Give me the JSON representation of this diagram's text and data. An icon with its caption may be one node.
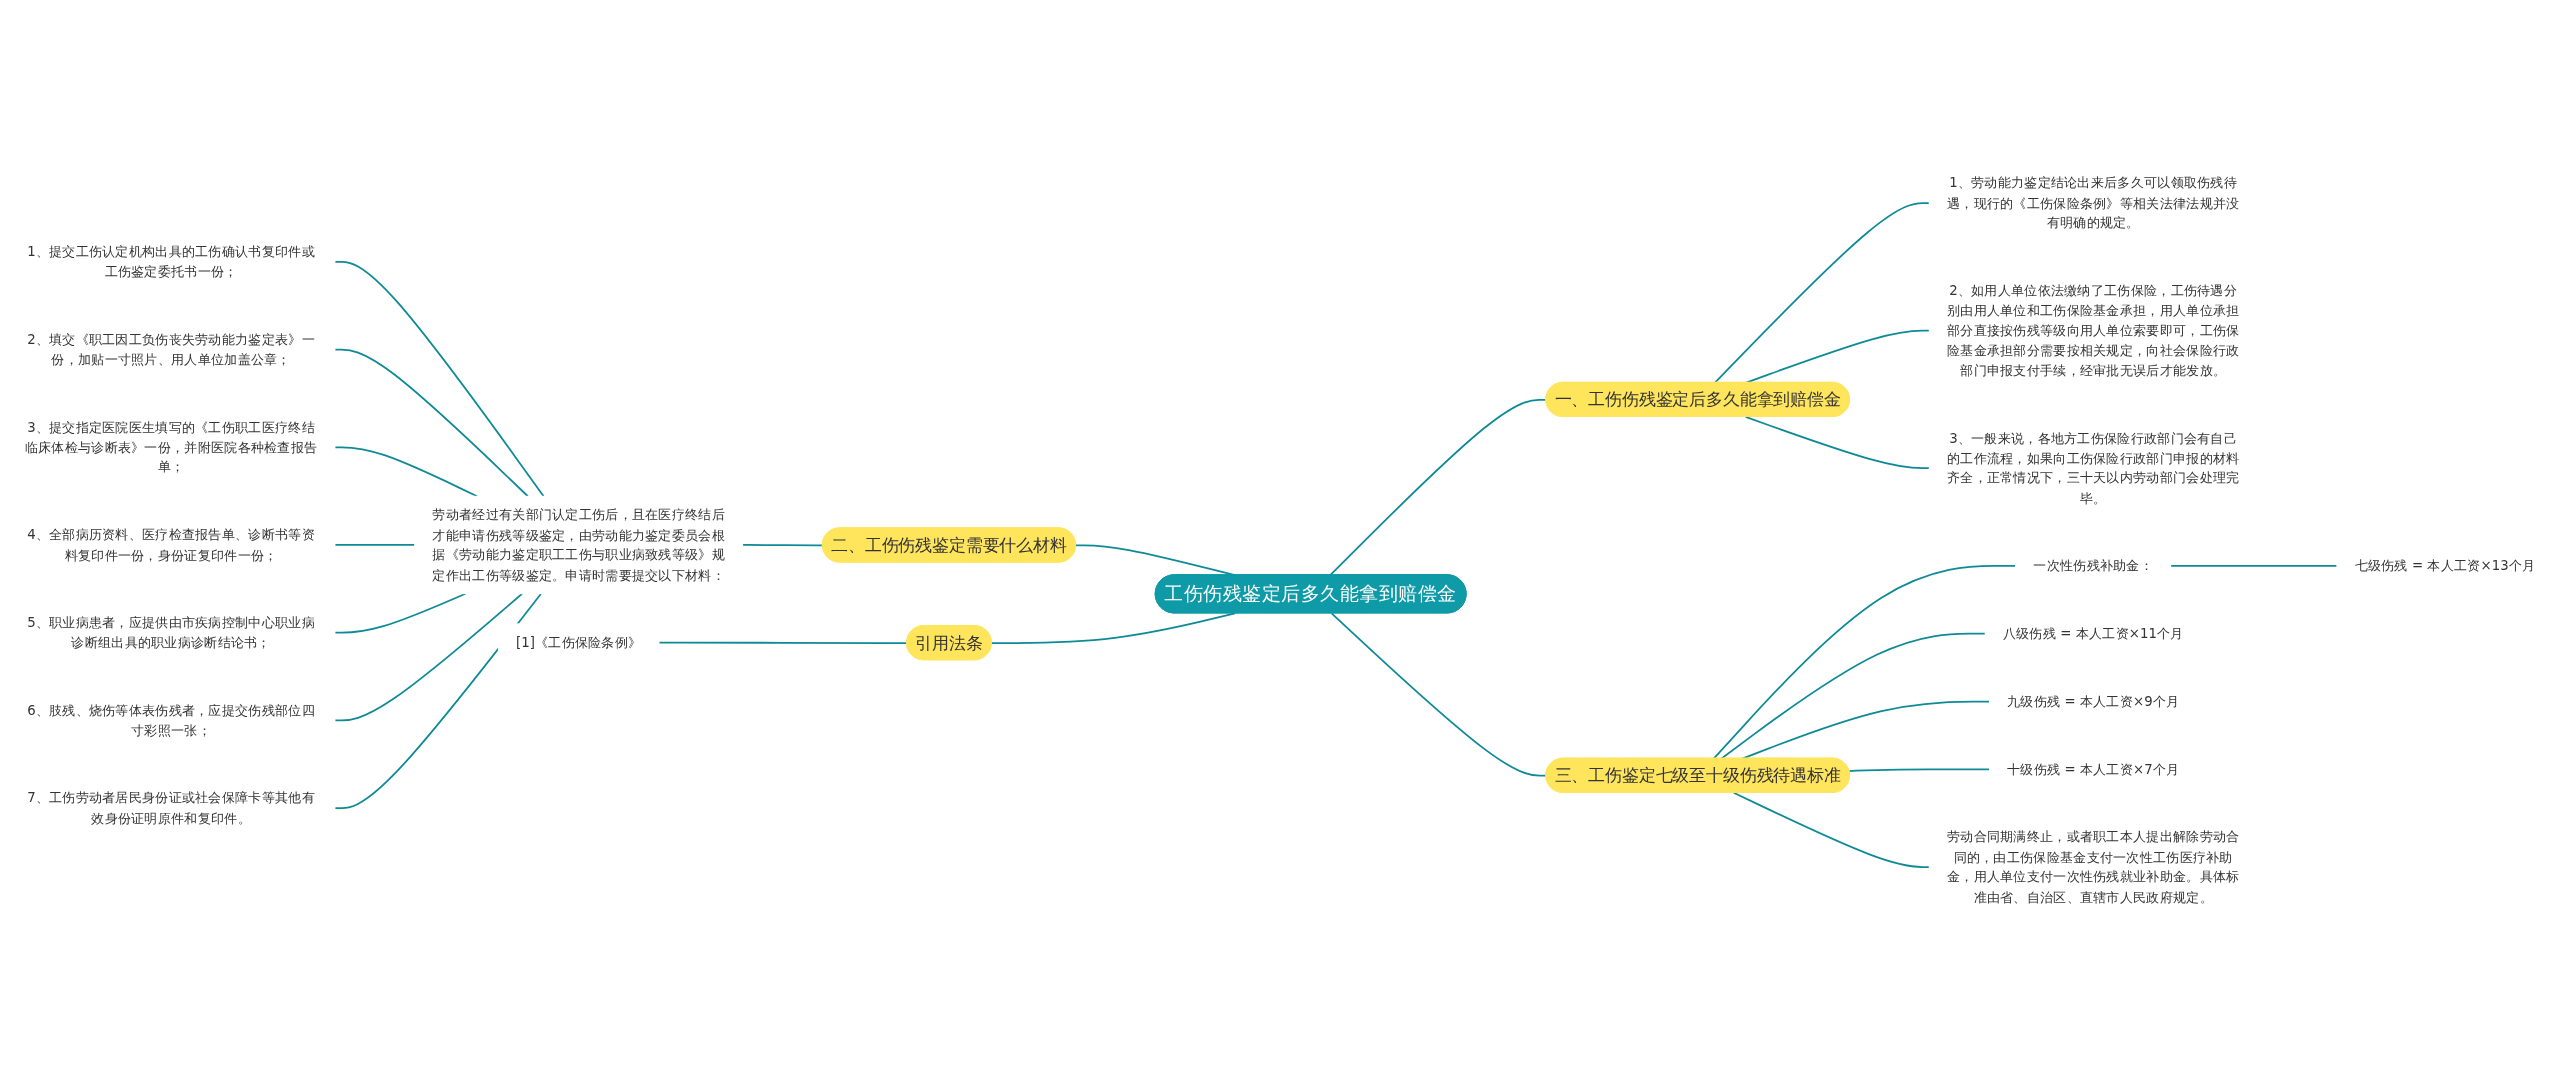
{
  "diagram": {
    "nodes": [
      {
        "text": [
          "工伤伤残鉴定后多久能拿到赔偿金"
        ]
      },
      {
        "text": [
          "一、工伤伤残鉴定后多久能拿到赔偿金"
        ]
      },
      {
        "text": [
          "1、劳动能力鉴定结论出来后多久可以领取伤残待遇，现行的《工伤保险条例》等相关法律法规并没有明确的规定。"
        ]
      },
      {
        "text": [
          "2、如用人单位依法缴纳了工伤保险，工伤待遇分别由用人单位和工伤保险基金承担，用人单位承担部分直接按伤残等级向用人单位索要即可，工伤保险基金承担部分需要按相关规定，向社会保险行政部门申报支付手续，经审批无误后才能发放。"
        ]
      },
      {
        "text": [
          "3、一般来说，各地方工伤保险行政部门会有自己的工作流程，如果向工伤保险行政部门申报的材料齐全，正常情况下，三十天以内劳动部门会处理完毕。"
        ]
      },
      {
        "text": [
          "二、工伤伤残鉴定需要什么材料"
        ]
      },
      {
        "text": [
          "劳动者经过有关部门认定工伤后，且在医疗终结后才能申请伤残等级鉴定，由劳动能力鉴定委员会根据《劳动能力鉴定职工工伤与职业病致残等级》规定作出工伤等级鉴定。申请时需要提交以下材料："
        ]
      },
      {
        "text": [
          "1、提交工伤认定机构出具的工伤确认书复印件或工伤鉴定委托书一份；"
        ]
      },
      {
        "text": [
          "2、填交《职工因工负伤丧失劳动能力鉴定表》一份，加贴一寸照片、用人单位加盖公章；"
        ]
      },
      {
        "text": [
          "3、提交指定医院医生填写的《工伤职工医疗终结临床体检与诊断表》一份，并附医院各种检查报告单；"
        ]
      },
      {
        "text": [
          "4、全部病历资料、医疗检查报告单、诊断书等资料复印件一份，身份证复印件一份；"
        ]
      },
      {
        "text": [
          "5、职业病患者，应提供由市疾病控制中心职业病诊断组出具的职业病诊断结论书；"
        ]
      },
      {
        "text": [
          "6、肢残、烧伤等体表伤残者，应提交伤残部位四寸彩照一张；"
        ]
      },
      {
        "text": [
          "7、工伤劳动者居民身份证或社会保障卡等其他有效身份证明原件和复印件。"
        ]
      },
      {
        "text": [
          "三、工伤鉴定七级至十级伤残待遇标准"
        ]
      },
      {
        "text": [
          "一次性伤残补助金："
        ]
      },
      {
        "text": [
          "七级伤残 = 本人工资×13个月"
        ]
      },
      {
        "text": [
          "八级伤残 = 本人工资×11个月"
        ]
      },
      {
        "text": [
          "九级伤残 = 本人工资×9个月"
        ]
      },
      {
        "text": [
          "十级伤残 = 本人工资×7个月"
        ]
      },
      {
        "text": [
          "劳动合同期满终止，或者职工本人提出解除劳动合同的，由工伤保险基金支付一次性工伤医疗补助金，用人单位支付一次性伤残就业补助金。具体标准由省、自治区、直辖市人民政府规定。"
        ]
      },
      {
        "text": [
          "引用法条"
        ]
      },
      {
        "text": [
          "[1]《工伤保险条例》"
        ]
      }
    ],
    "edges": [
      {
        "from": 0,
        "to": 1,
        "arrow": "none"
      },
      {
        "from": 1,
        "to": 2,
        "arrow": "none"
      },
      {
        "from": 1,
        "to": 3,
        "arrow": "none"
      },
      {
        "from": 1,
        "to": 4,
        "arrow": "none"
      },
      {
        "from": 0,
        "to": 5,
        "arrow": "none"
      },
      {
        "from": 5,
        "to": 6,
        "arrow": "none"
      },
      {
        "from": 6,
        "to": 7,
        "arrow": "none"
      },
      {
        "from": 6,
        "to": 8,
        "arrow": "none"
      },
      {
        "from": 6,
        "to": 9,
        "arrow": "none"
      },
      {
        "from": 6,
        "to": 10,
        "arrow": "none"
      },
      {
        "from": 6,
        "to": 11,
        "arrow": "none"
      },
      {
        "from": 6,
        "to": 12,
        "arrow": "none"
      },
      {
        "from": 6,
        "to": 13,
        "arrow": "none"
      },
      {
        "from": 0,
        "to": 14,
        "arrow": "none"
      },
      {
        "from": 14,
        "to": 15,
        "arrow": "none"
      },
      {
        "from": 15,
        "to": 16,
        "arrow": "none"
      },
      {
        "from": 14,
        "to": 17,
        "arrow": "none"
      },
      {
        "from": 14,
        "to": 18,
        "arrow": "none"
      },
      {
        "from": 14,
        "to": 19,
        "arrow": "none"
      },
      {
        "from": 14,
        "to": 20,
        "arrow": "none"
      },
      {
        "from": 0,
        "to": 21,
        "arrow": "none"
      },
      {
        "from": 21,
        "to": 22,
        "arrow": "none"
      }
    ]
  }
}
